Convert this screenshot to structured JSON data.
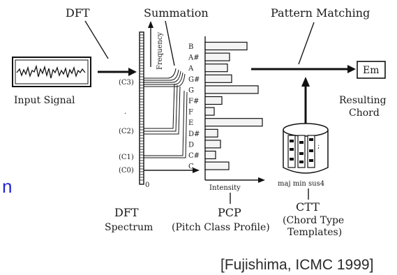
{
  "labels": {
    "dft": "DFT",
    "summation": "Summation",
    "pattern_matching": "Pattern Matching",
    "input_signal": "Input Signal",
    "frequency": "Frequency",
    "intensity": "Intensity",
    "zero": "0",
    "dft_spectrum_1": "DFT",
    "dft_spectrum_2": "Spectrum",
    "pcp_1": "PCP",
    "pcp_2": "(Pitch Class Profile)",
    "ctt_1": "CTT",
    "ctt_2": "(Chord Type",
    "ctt_3": "Templates)",
    "result_box": "Em",
    "resulting_1": "Resulting",
    "resulting_2": "Chord",
    "template_types": "maj min sus4",
    "partial_text": "n",
    "citation": "[Fujishima, ICMC 1999]"
  },
  "octaves": [
    "(C3)",
    "(C2)",
    "(C1)",
    "(C0)"
  ],
  "pitch_classes": [
    "B",
    "A#",
    "A",
    "G#",
    "G",
    "F#",
    "F",
    "E",
    "D#",
    "D",
    "C#",
    "C"
  ],
  "pcp_intensity": [
    0.72,
    0.42,
    0.38,
    0.45,
    0.9,
    0.28,
    0.16,
    0.98,
    0.22,
    0.26,
    0.18,
    0.4
  ],
  "colors": {
    "ink": "#1a1a1a",
    "accent_blue": "#2323d2"
  }
}
